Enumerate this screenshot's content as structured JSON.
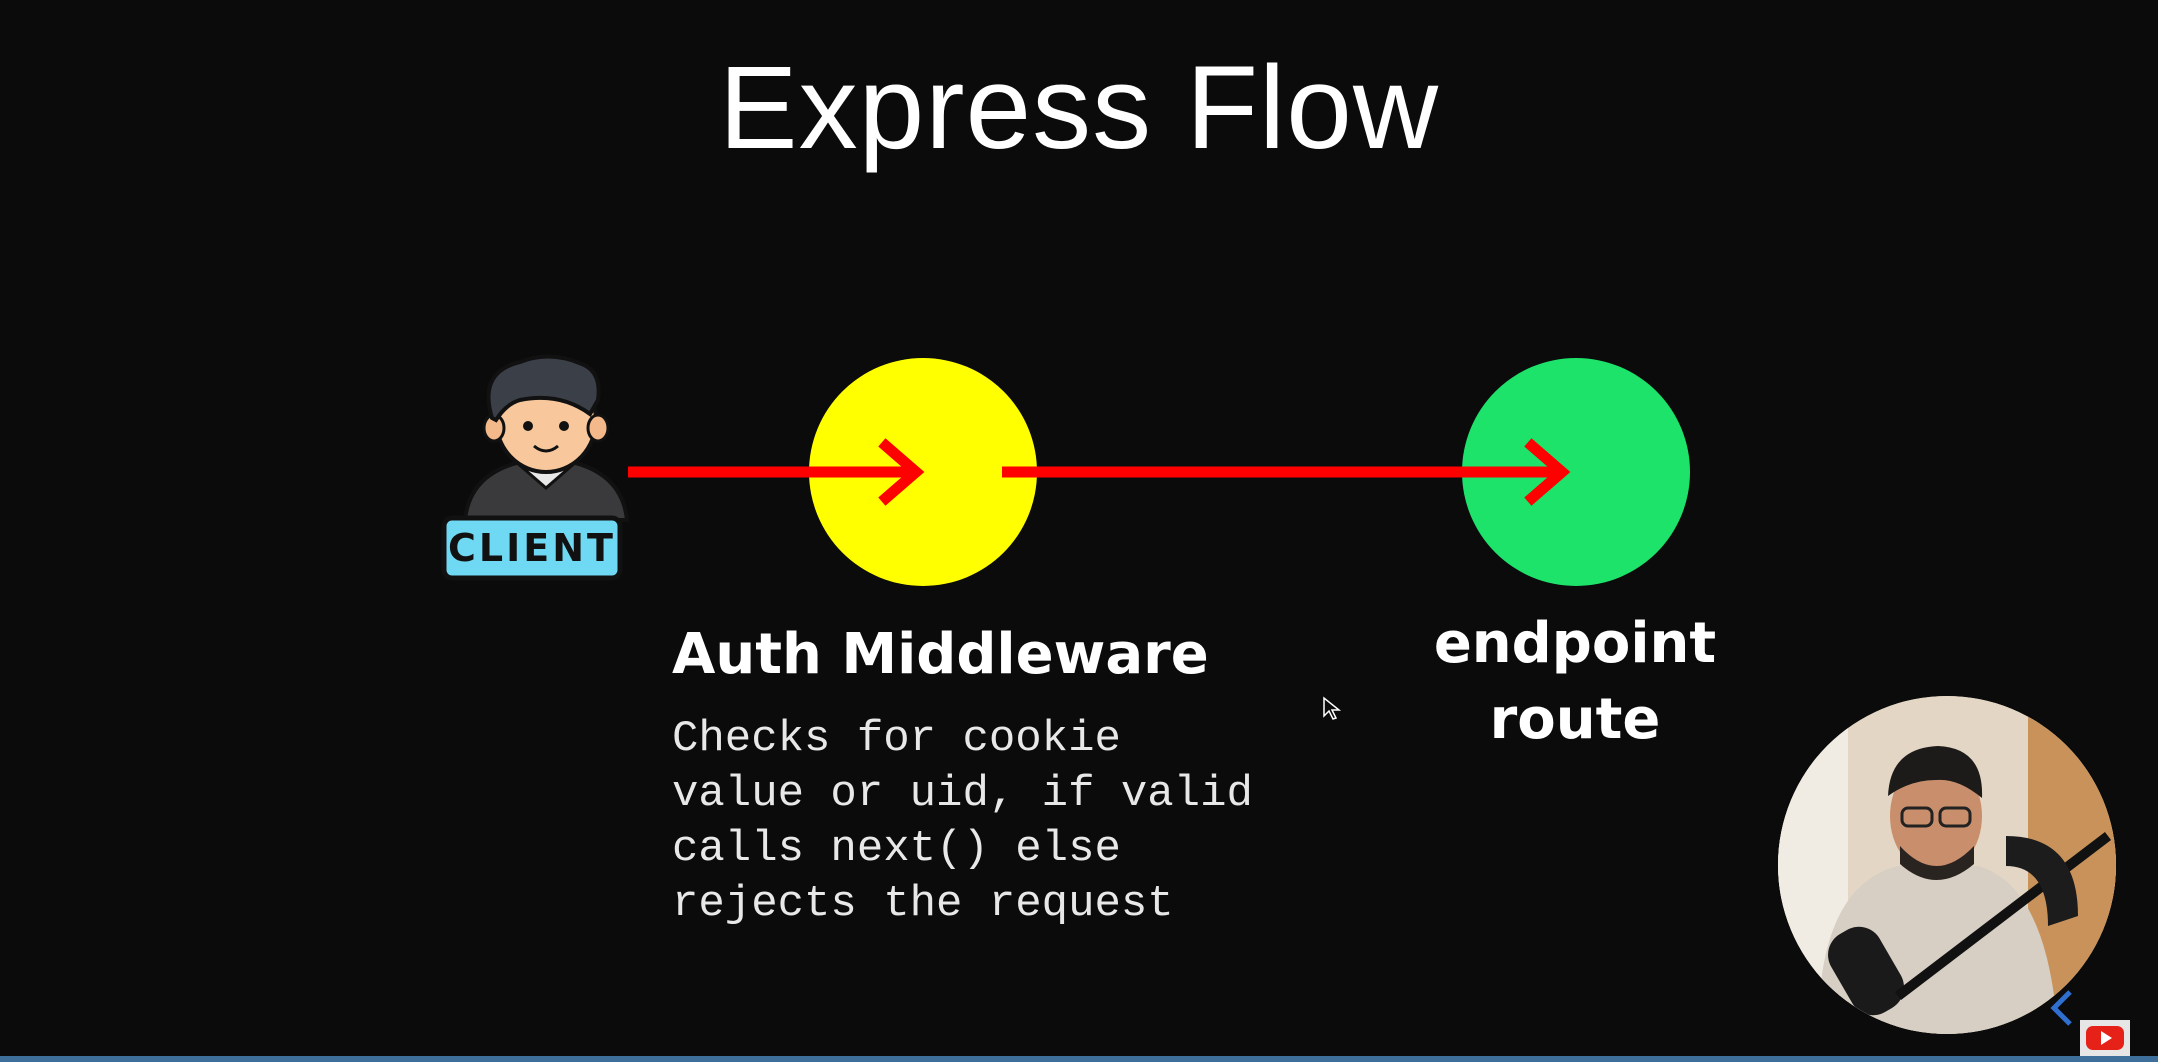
{
  "slide": {
    "title": "Express Flow"
  },
  "client": {
    "badge_text": "CLIENT",
    "icon": "client-avatar-icon"
  },
  "nodes": {
    "auth_label": "Auth Middleware",
    "auth_description": "Checks for cookie\nvalue or uid, if valid\ncalls next() else\nrejects the request",
    "endpoint_label": "endpoint\nroute"
  },
  "colors": {
    "background": "#0b0b0b",
    "arrow": "#ff0000",
    "auth_node": "#ffff00",
    "endpoint_node": "#1de36b",
    "client_badge": "#6fd8f2"
  },
  "overlay": {
    "webcam": "presenter-webcam",
    "cursor_icon": "mouse-cursor-icon",
    "youtube_icon": "youtube-logo-icon",
    "back_icon": "chevron-left-icon"
  }
}
